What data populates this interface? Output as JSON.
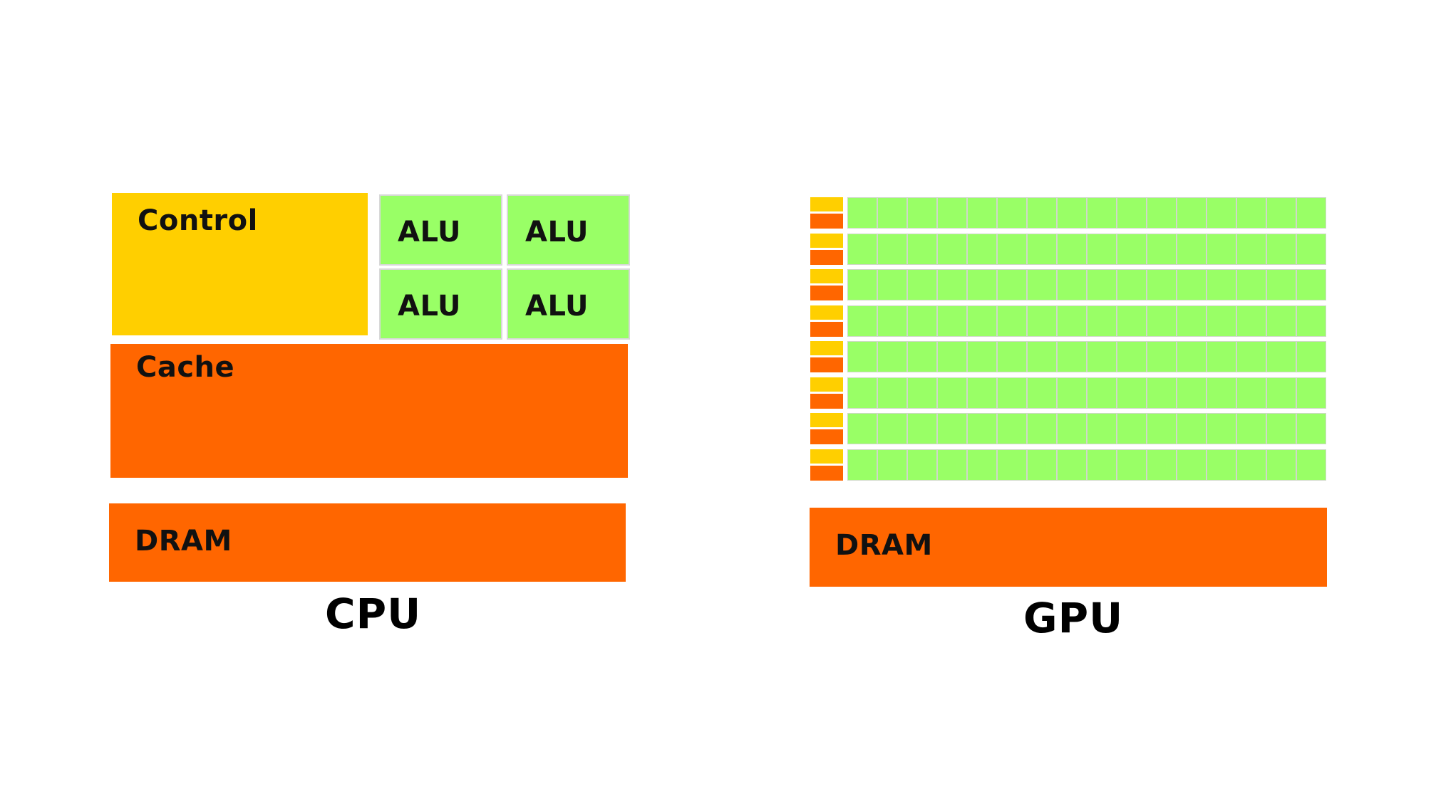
{
  "cpu": {
    "control_label": "Control",
    "alu_labels": [
      "ALU",
      "ALU",
      "ALU",
      "ALU"
    ],
    "cache_label": "Cache",
    "dram_label": "DRAM",
    "caption": "CPU"
  },
  "gpu": {
    "rows": 8,
    "alus_per_row": 16,
    "dram_label": "DRAM",
    "caption": "GPU"
  },
  "colors": {
    "control": "#ffcf00",
    "cache": "#ff6600",
    "dram": "#ff6600",
    "alu": "#99ff66",
    "background": "#ffffff"
  }
}
